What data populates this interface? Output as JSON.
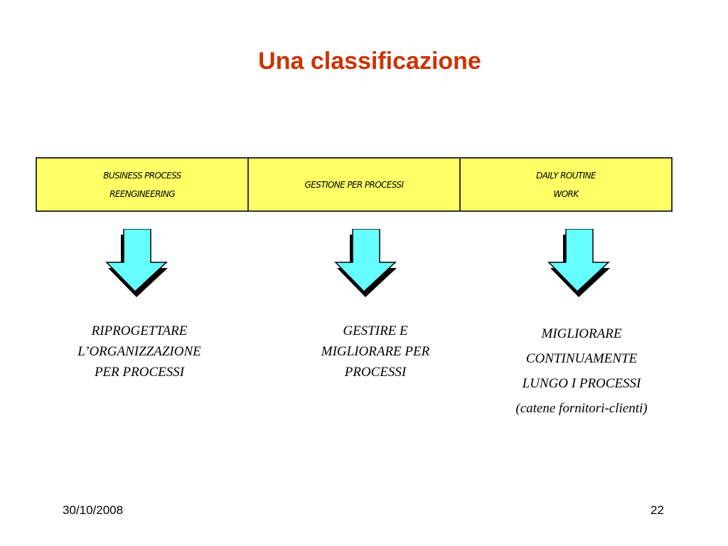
{
  "title": "Una classificazione",
  "categories": [
    {
      "lines": [
        "BUSINESS PROCESS",
        "REENGINEERING"
      ]
    },
    {
      "lines": [
        "GESTIONE PER PROCESSI"
      ]
    },
    {
      "lines": [
        "DAILY ROUTINE",
        "WORK"
      ]
    }
  ],
  "descriptions": [
    {
      "lines": [
        "RIPROGETTARE",
        "L’ORGANIZZAZIONE",
        "PER PROCESSI"
      ]
    },
    {
      "lines": [
        "GESTIRE E",
        "MIGLIORARE PER",
        "PROCESSI"
      ]
    },
    {
      "lines": [
        "MIGLIORARE",
        "CONTINUAMENTE",
        "LUNGO I PROCESSI",
        "(catene fornitori-clienti)"
      ]
    }
  ],
  "footer": {
    "date": "30/10/2008",
    "page": "22"
  },
  "colors": {
    "title": "#cc3300",
    "box_fill": "#ffff66",
    "arrow_fill": "#66ffff",
    "arrow_shadow": "#000000"
  },
  "icons": [
    "arrow-down-icon"
  ]
}
